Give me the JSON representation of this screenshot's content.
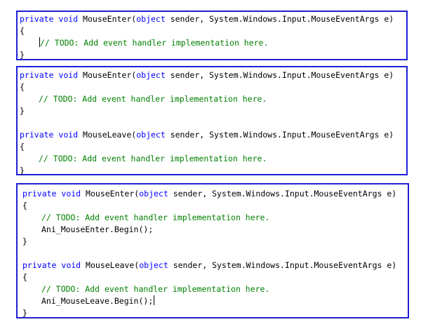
{
  "colors": {
    "border": "#1f1fd6",
    "keyword": "#0000ff",
    "comment": "#008000",
    "text": "#000000"
  },
  "code": {
    "kw_private": "private",
    "kw_void": "void",
    "kw_object": "object",
    "mouse_enter_sig_name": "MouseEnter(",
    "mouse_leave_sig_name": "MouseLeave(",
    "sig_rest": "sender, System.Windows.Input.MouseEventArgs e)",
    "open_brace": "{",
    "close_brace": "}",
    "todo_comment": "// TODO: Add event handler implementation here.",
    "ani_enter_call": "Ani_MouseEnter.Begin();",
    "ani_leave_call": "Ani_MouseLeave.Begin();"
  }
}
